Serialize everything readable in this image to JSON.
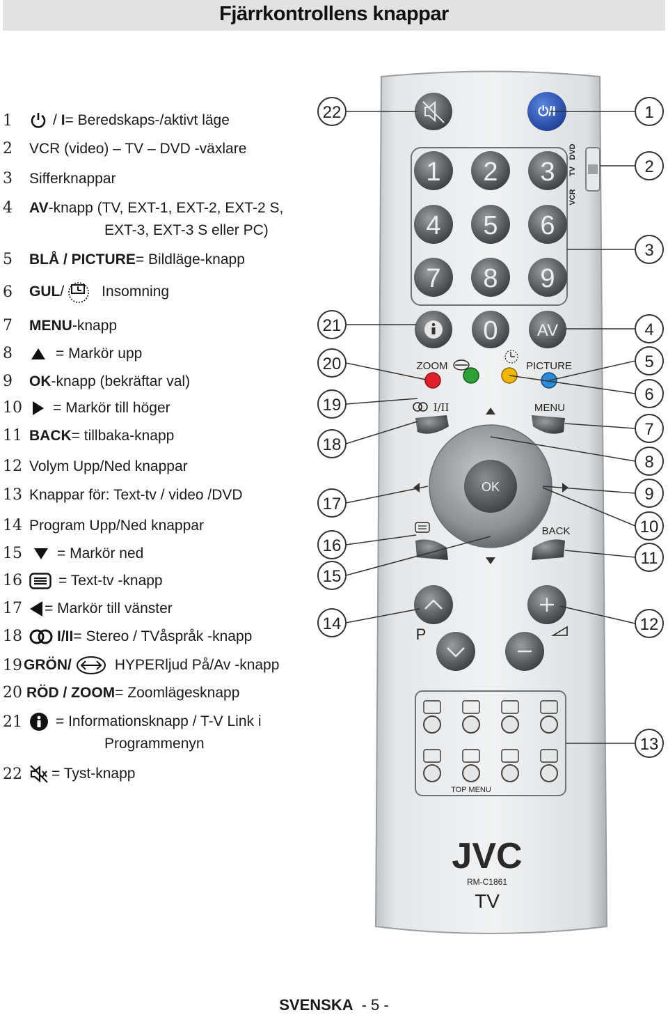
{
  "header": {
    "title": "Fjärrkontrollens knappar"
  },
  "legend": {
    "items": [
      {
        "num": "1",
        "pre": "/",
        "bold": "I",
        "text": " = Beredskaps-/aktivt läge",
        "icon": "power-icon"
      },
      {
        "num": "2",
        "pre": "",
        "bold": "",
        "text": "VCR (video) – TV – DVD -växlare",
        "icon": ""
      },
      {
        "num": "3",
        "pre": "",
        "bold": "",
        "text": "Sifferknappar",
        "icon": ""
      },
      {
        "num": "4",
        "pre": "",
        "bold": "AV",
        "text": "-knapp (TV, EXT-1, EXT-2, EXT-2 S,",
        "cont": "EXT-3, EXT-3 S eller PC)",
        "icon": ""
      },
      {
        "num": "5",
        "pre": "",
        "bold": "BLÅ / PICTURE",
        "text": " = Bildläge-knapp",
        "icon": ""
      },
      {
        "num": "6",
        "pre": "",
        "bold": "GUL",
        "text": "Insomning",
        "slash": " /",
        "icon": "sleep-timer-icon"
      },
      {
        "num": "7",
        "pre": "",
        "bold": "MENU",
        "text": "-knapp",
        "icon": ""
      },
      {
        "num": "8",
        "pre": "",
        "bold": "",
        "text": " = Markör upp",
        "icon": "arrow-up-icon"
      },
      {
        "num": "9",
        "pre": "",
        "bold": "OK",
        "text": "-knapp (bekräftar val)",
        "icon": ""
      },
      {
        "num": "10",
        "pre": "",
        "bold": "",
        "text": " = Markör till höger",
        "icon": "arrow-right-icon"
      },
      {
        "num": "11",
        "pre": "",
        "bold": "BACK",
        "text": " = tillbaka-knapp",
        "icon": ""
      },
      {
        "num": "12",
        "pre": "",
        "bold": "",
        "text": "Volym Upp/Ned knappar",
        "icon": ""
      },
      {
        "num": "13",
        "pre": "",
        "bold": "",
        "text": "Knappar för: Text-tv / video /DVD",
        "icon": ""
      },
      {
        "num": "14",
        "pre": "",
        "bold": "",
        "text": "Program Upp/Ned knappar",
        "icon": ""
      },
      {
        "num": "15",
        "pre": "",
        "bold": "",
        "text": " = Markör ned",
        "icon": "arrow-down-icon"
      },
      {
        "num": "16",
        "pre": "",
        "bold": "",
        "text": " = Text-tv -knapp",
        "icon": "teletext-icon"
      },
      {
        "num": "17",
        "pre": "",
        "bold": "",
        "text": "= Markör till vänster",
        "icon": "arrow-left-icon"
      },
      {
        "num": "18",
        "pre": "",
        "bold": "I/II",
        "text": " = Stereo / TVåspråk -knapp",
        "icon": "stereo-icon"
      },
      {
        "num": "19",
        "pre": "",
        "bold": "GRÖN/",
        "text": "HYPERljud På/Av -knapp",
        "icon": "hyper-sound-icon"
      },
      {
        "num": "20",
        "pre": "",
        "bold": "RÖD / ZOOM",
        "text": " = Zoomlägesknapp",
        "icon": ""
      },
      {
        "num": "21",
        "pre": "",
        "bold": "",
        "text": " = Informationsknapp / T-V Link i",
        "cont": "Programmenyn",
        "icon": "info-icon"
      },
      {
        "num": "22",
        "pre": "",
        "bold": "",
        "text": " = Tyst-knapp",
        "icon": "mute-icon"
      }
    ]
  },
  "remote": {
    "callouts_right": [
      "1",
      "2",
      "3",
      "4",
      "5",
      "6",
      "7",
      "8",
      "9",
      "10",
      "11",
      "12",
      "13"
    ],
    "callouts_left": [
      "22",
      "21",
      "20",
      "19",
      "18",
      "17",
      "16",
      "15",
      "14"
    ],
    "switch_labels": [
      "DVD",
      "TV",
      "VCR"
    ],
    "power_label": "⏻/I",
    "digits": [
      "1",
      "2",
      "3",
      "4",
      "5",
      "6",
      "7",
      "8",
      "9"
    ],
    "zero": "0",
    "av_label": "AV",
    "zoom_label": "ZOOM",
    "picture_label": "PICTURE",
    "menu_label": "MENU",
    "stereo_label": "I/II",
    "ok_label": "OK",
    "back_label": "BACK",
    "program_label": "P",
    "brand": "JVC",
    "model": "RM-C1861",
    "type": "TV",
    "top_menu_label": "TOP MENU",
    "colors": {
      "red": "#e0202a",
      "green": "#2ea038",
      "yellow": "#f2b600",
      "blue": "#2a8ad8",
      "power": "#2a55b8"
    }
  },
  "footer": {
    "language": "SVENSKA",
    "page": "- 5 -"
  }
}
